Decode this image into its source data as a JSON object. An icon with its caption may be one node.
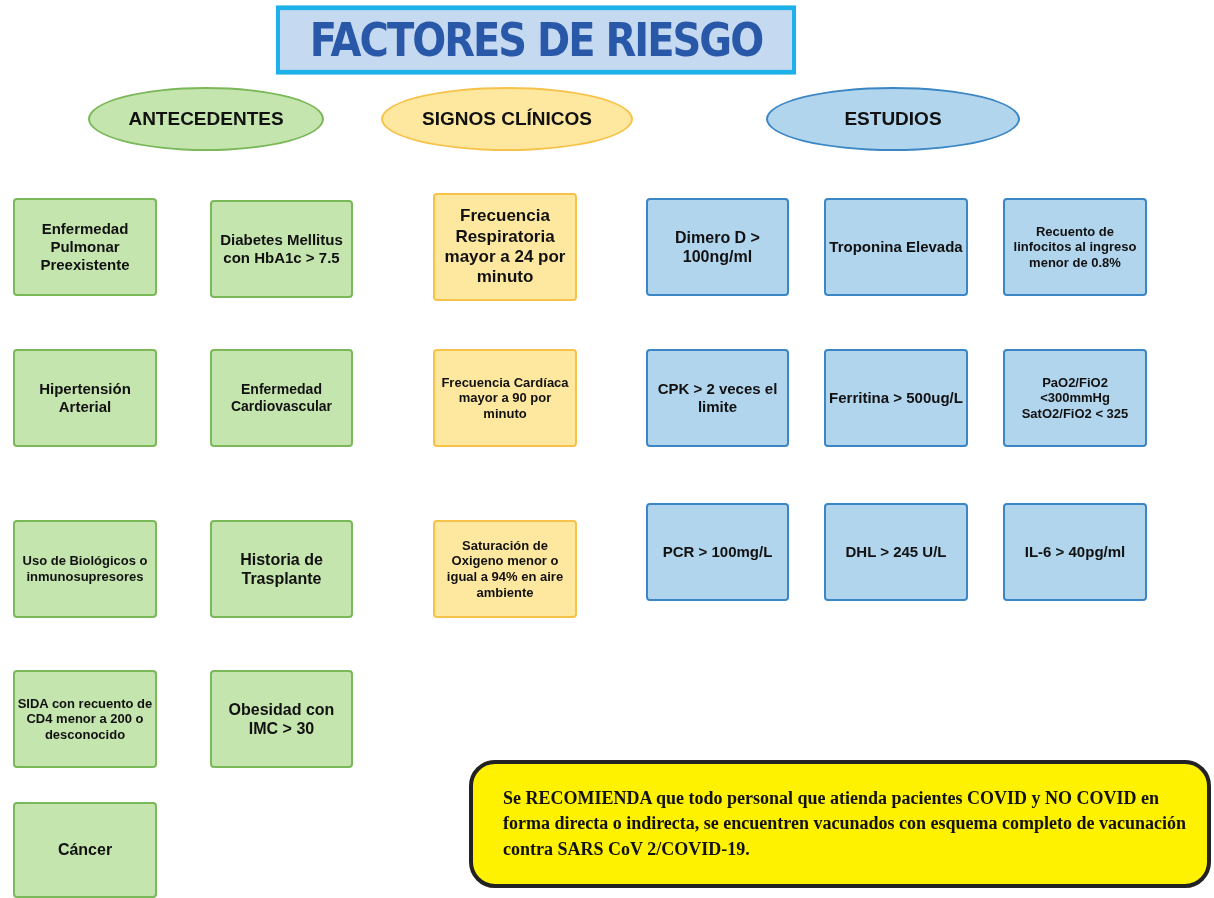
{
  "diagram": {
    "nodes": [
      {
        "text": [
          "FACTORES DE RIESGO"
        ]
      },
      {
        "text": [
          "ANTECEDENTES"
        ]
      },
      {
        "text": [
          "SIGNOS CLÍNICOS"
        ]
      },
      {
        "text": [
          "ESTUDIOS"
        ]
      },
      {
        "text": [
          "Enfermedad Pulmonar Preexistente"
        ]
      },
      {
        "text": [
          "Diabetes Mellitus con HbA1c > 7.5"
        ]
      },
      {
        "text": [
          "Frecuencia Respiratoria mayor a 24 por minuto"
        ]
      },
      {
        "text": [
          "Dimero D > 100ng/ml"
        ]
      },
      {
        "text": [
          "Troponina Elevada"
        ]
      },
      {
        "text": [
          "Recuento de linfocitos al ingreso menor de 0.8%"
        ]
      },
      {
        "text": [
          "Hipertensión Arterial"
        ]
      },
      {
        "text": [
          "Enfermedad Cardiovascular"
        ]
      },
      {
        "text": [
          "Frecuencia Cardíaca mayor a 90 por minuto"
        ]
      },
      {
        "text": [
          "CPK > 2 veces el limite"
        ]
      },
      {
        "text": [
          "Ferritina > 500ug/L"
        ]
      },
      {
        "text": [
          "PaO2/FiO2 <300mmHg SatO2/FiO2 < 325"
        ]
      },
      {
        "text": [
          "Uso de Biológicos o inmunosupresores"
        ]
      },
      {
        "text": [
          "Historia de Trasplante"
        ]
      },
      {
        "text": [
          "Saturación de Oxigeno menor o igual a 94% en aire ambiente"
        ]
      },
      {
        "text": [
          "PCR > 100mg/L"
        ]
      },
      {
        "text": [
          "DHL > 245 U/L"
        ]
      },
      {
        "text": [
          "IL-6 > 40pg/ml"
        ]
      },
      {
        "text": [
          "SIDA con recuento de CD4 menor a 200 o desconocido"
        ]
      },
      {
        "text": [
          "Obesidad con IMC > 30"
        ]
      },
      {
        "text": [
          "Cáncer"
        ]
      },
      {
        "text": [
          "Se RECOMIENDA que todo personal que atienda pacientes COVID y NO COVID en forma directa o indirecta, se encuentren vacunados con esquema completo de vacunación contra SARS CoV 2/COVID-19."
        ]
      }
    ]
  }
}
